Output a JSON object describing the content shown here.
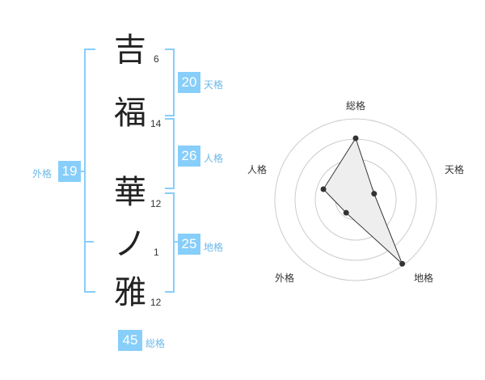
{
  "name": [
    {
      "char": "吉",
      "strokes": "6"
    },
    {
      "char": "福",
      "strokes": "14"
    },
    {
      "char": "華",
      "strokes": "12"
    },
    {
      "char": "ノ",
      "strokes": "1"
    },
    {
      "char": "雅",
      "strokes": "12"
    }
  ],
  "fortune": {
    "tenkaku": {
      "value": "20",
      "label": "天格"
    },
    "jinkaku": {
      "value": "26",
      "label": "人格"
    },
    "chikaku": {
      "value": "25",
      "label": "地格"
    },
    "gaikaku": {
      "value": "19",
      "label": "外格"
    },
    "soukaku": {
      "value": "45",
      "label": "総格"
    }
  },
  "chart_data": {
    "type": "radar",
    "axes": [
      "総格",
      "天格",
      "地格",
      "外格",
      "人格"
    ],
    "values": [
      0.76,
      0.24,
      0.98,
      0.2,
      0.42
    ],
    "rings": 4,
    "colors": {
      "accent": "#87cefa",
      "line": "#333333",
      "fill": "#eeeeee",
      "grid": "#cccccc"
    }
  }
}
